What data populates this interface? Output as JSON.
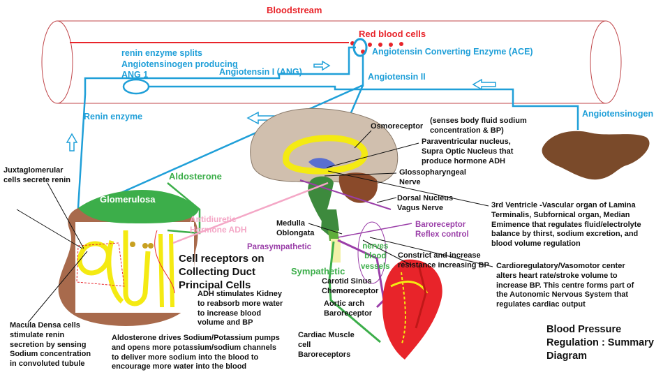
{
  "labels": {
    "bloodstream": "Bloodstream",
    "red_blood_cells": "Red blood cells",
    "ace": "Angiotensin Converting Enzyme (ACE)",
    "renin_split": [
      "renin enzyme splits",
      "Angiotensinogen producing",
      "ANG 1"
    ],
    "angiotensin_1": "Angiotensin I (ANG)",
    "angiotensin_2": "Angiotensin II",
    "renin_enzyme": "Renin enzyme",
    "angiotensinogen": "Angiotensinogen",
    "osmoreceptor": "Osmoreceptor",
    "osmoreceptor_note": [
      "(senses body fluid sodium",
      "concentration & BP)"
    ],
    "paraventricular": [
      "Paraventricular nucleus,",
      "Supra Optic Nucleus that",
      "produce hormone ADH"
    ],
    "glossopharyngeal": [
      "Glossopharyngeal",
      "Nerve"
    ],
    "dorsal_nucleus": [
      "Dorsal Nucleus",
      "Vagus Nerve"
    ],
    "third_ventricle": [
      "3rd Ventricle -Vascular organ of Lamina",
      "Terminalis, Subfornical organ, Median",
      "Emimence that regulates fluid/electrolyte",
      "balance by thirst, sodium excretion, and",
      "blood volume regulation"
    ],
    "juxtaglomerular": [
      "Juxtaglomerular",
      "cells secrete renin"
    ],
    "aldosterone": "Aldosterone",
    "glomerulosa": "Glomerulosa",
    "adh": [
      "Antidiuretic",
      "Hormone ADH"
    ],
    "medulla": [
      "Medulla",
      "Oblongata"
    ],
    "baroreceptor_reflex": [
      "Baroreceptor",
      "Reflex control"
    ],
    "parasympathetic": "Parasympathetic",
    "nerves_blood_vessels": [
      "nerves",
      "blood",
      "vessels"
    ],
    "constrict": [
      "Constrict and increase",
      "resistance increasing BP"
    ],
    "sympathetic": "Sympathetic",
    "cell_receptors": [
      "Cell receptors on",
      "Collecting Duct",
      "Principal Cells"
    ],
    "carotid": [
      "Carotid Sinus",
      "Chemoreceptor"
    ],
    "cardioregulatory": [
      "Cardioregulatory/Vasomotor center",
      "alters heart rate/stroke volume to",
      "increase BP.  This centre forms part of",
      "the Autonomic Nervous System that",
      "regulates cardiac output"
    ],
    "adh_stimulates": [
      "ADH stimulates Kidney",
      "to reabsorb more water",
      "to increase blood",
      "volume and BP"
    ],
    "aortic_arch": [
      "Aortic arch",
      "Baroreceptor"
    ],
    "macula_densa": [
      "Macula Densa cells",
      "stimulate renin",
      "secretion by sensing",
      "Sodium concentration",
      "in convoluted tubule"
    ],
    "aldosterone_drives": [
      "Aldosterone drives Sodium/Potassium pumps",
      "and opens more potassium/sodium channels",
      "to deliver more sodium into the blood to",
      "encourage more water into the blood"
    ],
    "cardiac_muscle": [
      "Cardiac Muscle",
      "cell",
      "Baroreceptors"
    ],
    "title": [
      "Blood Pressure",
      "Regulation : Summary",
      "Diagram"
    ]
  },
  "colors": {
    "blue": "#1f9fd8",
    "red": "#e8242a",
    "green": "#3cae4a",
    "purple": "#9a3ea8",
    "pink": "#f4a7c6",
    "kidney_brown": "#a86a4c",
    "liver_brown": "#7a4a2a",
    "yellow": "#f4ea12"
  }
}
